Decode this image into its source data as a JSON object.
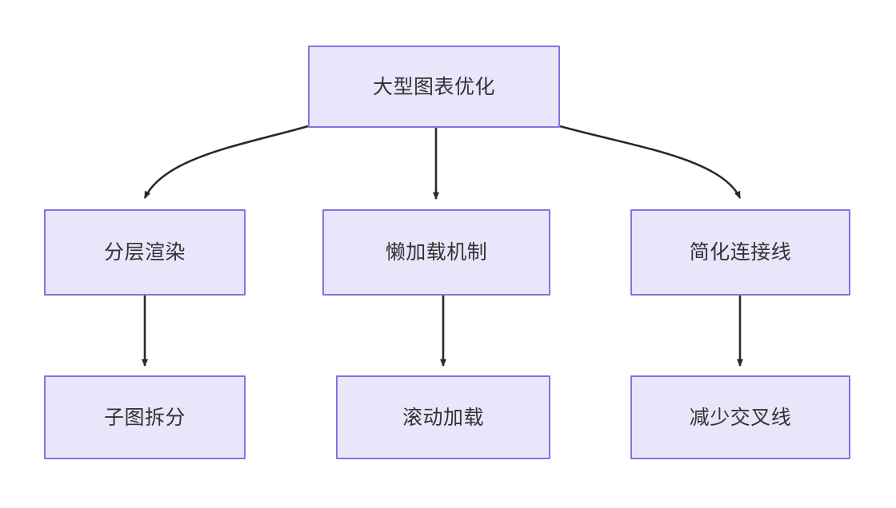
{
  "diagram": {
    "title": "大型图表优化",
    "type": "flowchart",
    "direction": "top-down",
    "background_color": "#FFFFFF",
    "node_fill_color": "#E9E6FB",
    "node_border_color": "#8C6FE0",
    "node_text_color": "#333333",
    "edge_color": "#2A2A2A",
    "nodes": [
      {
        "id": "root",
        "label": "大型图表优化",
        "level": 0
      },
      {
        "id": "l2-a",
        "label": "分层渲染",
        "level": 1
      },
      {
        "id": "l2-b",
        "label": "懒加载机制",
        "level": 1
      },
      {
        "id": "l2-c",
        "label": "简化连接线",
        "level": 1
      },
      {
        "id": "l3-a",
        "label": "子图拆分",
        "level": 2
      },
      {
        "id": "l3-b",
        "label": "滚动加载",
        "level": 2
      },
      {
        "id": "l3-c",
        "label": "减少交叉线",
        "level": 2
      }
    ],
    "edges": [
      {
        "from": "root",
        "to": "l2-a",
        "style": "curved",
        "arrow": "filled-triangle"
      },
      {
        "from": "root",
        "to": "l2-b",
        "style": "straight",
        "arrow": "filled-triangle"
      },
      {
        "from": "root",
        "to": "l2-c",
        "style": "curved",
        "arrow": "filled-triangle"
      },
      {
        "from": "l2-a",
        "to": "l3-a",
        "style": "straight",
        "arrow": "filled-triangle"
      },
      {
        "from": "l2-b",
        "to": "l3-b",
        "style": "straight",
        "arrow": "filled-triangle"
      },
      {
        "from": "l2-c",
        "to": "l3-c",
        "style": "straight",
        "arrow": "filled-triangle"
      }
    ]
  }
}
